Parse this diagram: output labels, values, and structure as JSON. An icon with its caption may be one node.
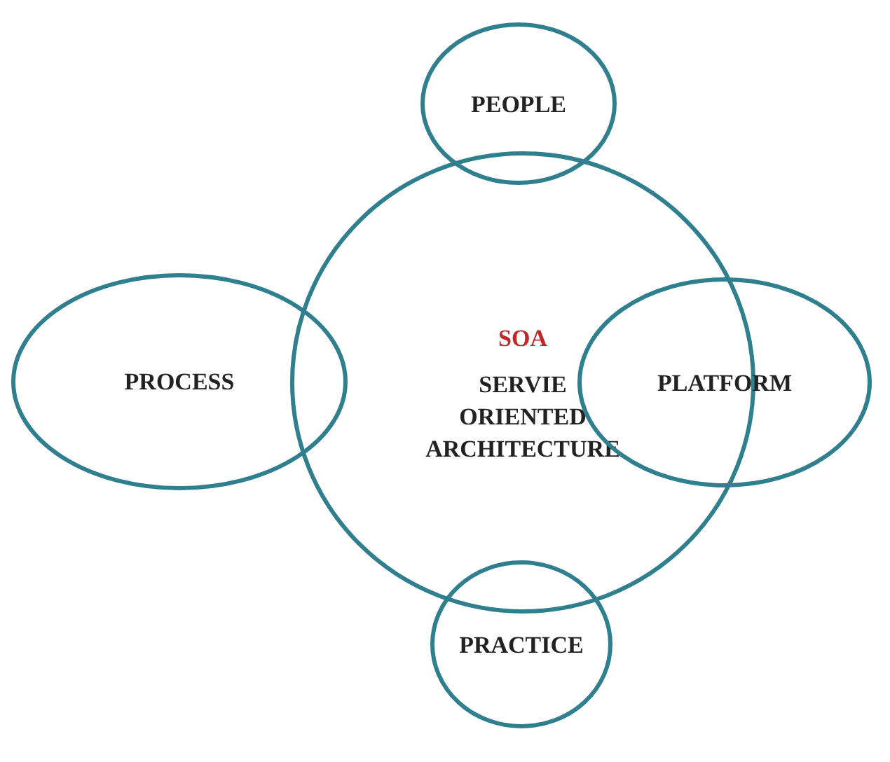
{
  "diagram": {
    "nodes": [
      {
        "text": [
          "PEOPLE"
        ]
      },
      {
        "text": [
          "PROCESS"
        ]
      },
      {
        "text": [
          "SOA",
          "SERVIE ORIENTED ARCHITECTURE"
        ]
      },
      {
        "text": [
          "PLATFORM"
        ]
      },
      {
        "text": [
          "PRACTICE"
        ]
      }
    ]
  }
}
